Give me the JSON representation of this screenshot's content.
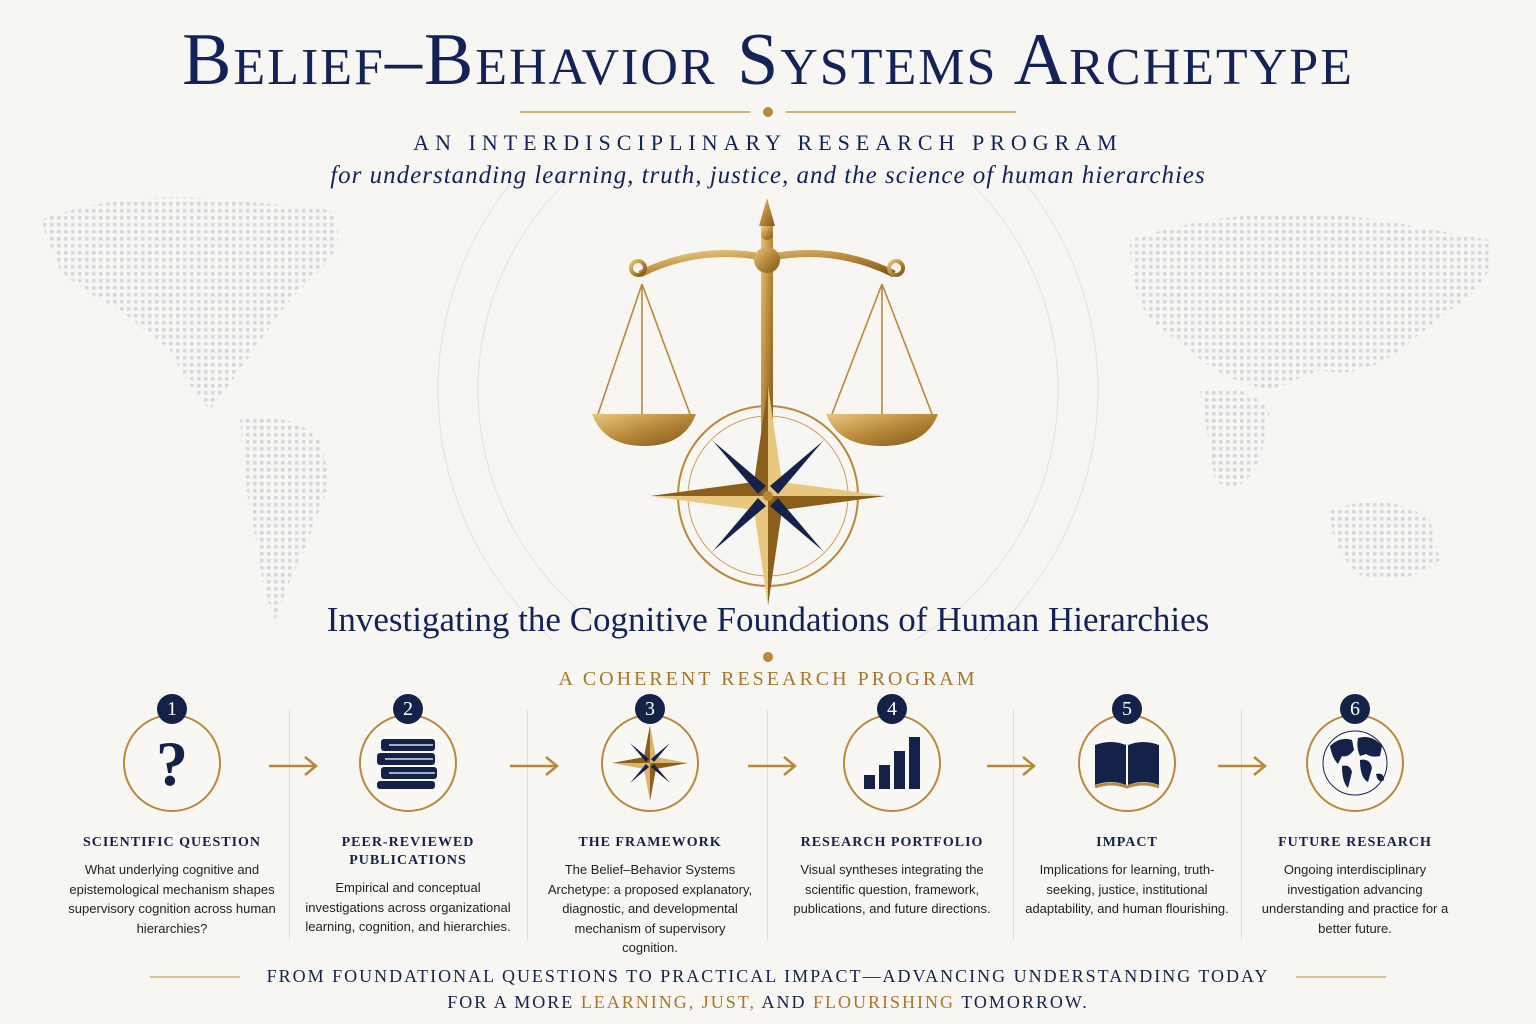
{
  "header": {
    "title": "Belief–Behavior Systems Archetype",
    "subtitle": "AN INTERDISCIPLINARY RESEARCH PROGRAM",
    "tagline": "for understanding learning, truth, justice, and the science of human hierarchies"
  },
  "hero": {
    "icon": "scales-of-justice-with-compass-rose-icon",
    "headline": "Investigating the Cognitive Foundations of Human Hierarchies",
    "program_label": "A COHERENT RESEARCH PROGRAM"
  },
  "colors": {
    "navy": "#14224a",
    "gold": "#b8893a",
    "background": "#f7f6f3"
  },
  "steps": [
    {
      "number": "1",
      "icon": "question-mark-icon",
      "title": "SCIENTIFIC QUESTION",
      "description": "What underlying cognitive and epistemological mechanism shapes supervisory cognition across human hierarchies?"
    },
    {
      "number": "2",
      "icon": "stacked-books-icon",
      "title": "PEER-REVIEWED PUBLICATIONS",
      "description": "Empirical and conceptual investigations across organizational learning, cognition, and hierarchies."
    },
    {
      "number": "3",
      "icon": "compass-rose-icon",
      "title": "THE FRAMEWORK",
      "description": "The Belief–Behavior Systems Archetype: a proposed explanatory, diagnostic, and developmental mechanism of supervisory cognition."
    },
    {
      "number": "4",
      "icon": "bar-chart-icon",
      "title": "RESEARCH PORTFOLIO",
      "description": "Visual syntheses integrating the scientific question, framework, publications, and future directions."
    },
    {
      "number": "5",
      "icon": "open-book-icon",
      "title": "IMPACT",
      "description": "Implications for learning, truth-seeking, justice, institutional adaptability, and human flourishing."
    },
    {
      "number": "6",
      "icon": "globe-icon",
      "title": "FUTURE RESEARCH",
      "description": "Ongoing interdisciplinary investigation advancing understanding and practice for a better future."
    }
  ],
  "footer": {
    "line1": "FROM FOUNDATIONAL QUESTIONS TO PRACTICAL IMPACT—ADVANCING UNDERSTANDING TODAY",
    "line2_prefix": "FOR A MORE ",
    "line2_highlight1": "LEARNING, JUST,",
    "line2_middle": " AND ",
    "line2_highlight2": "FLOURISHING",
    "line2_suffix": " TOMORROW."
  }
}
